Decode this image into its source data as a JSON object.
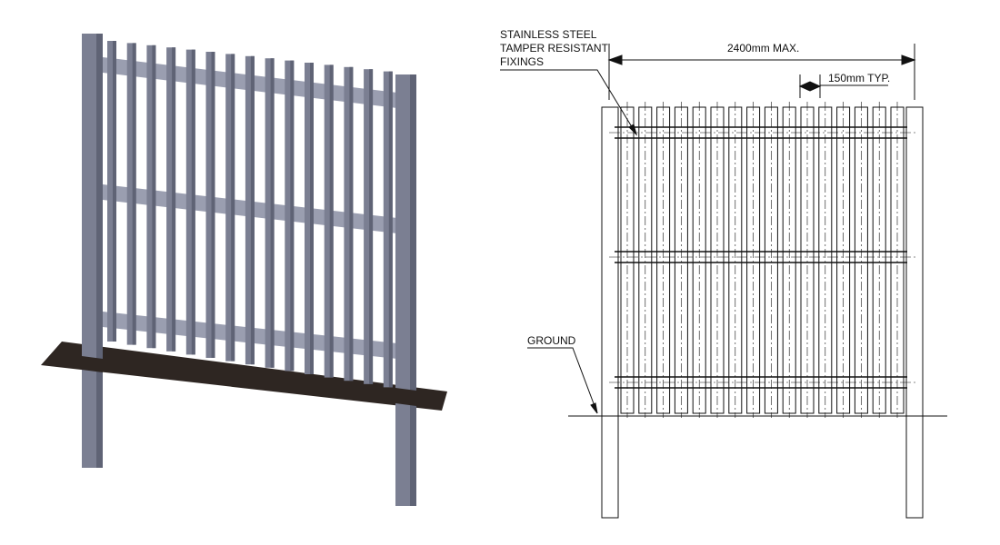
{
  "render_3d": {
    "pale_count": 15,
    "colors": {
      "metal": "#7b7f92",
      "metal_dark": "#5f6375",
      "metal_light": "#9a9eb0",
      "ground": "#2e2622"
    }
  },
  "drawing": {
    "pale_count": 16,
    "labels": {
      "fixings_line1": "STAINLESS STEEL",
      "fixings_line2": "TAMPER RESISTANT",
      "fixings_line3": "FIXINGS",
      "width_dimension": "2400mm MAX.",
      "pale_spacing": "150mm TYP.",
      "ground": "GROUND"
    },
    "line_color": "#111111"
  }
}
